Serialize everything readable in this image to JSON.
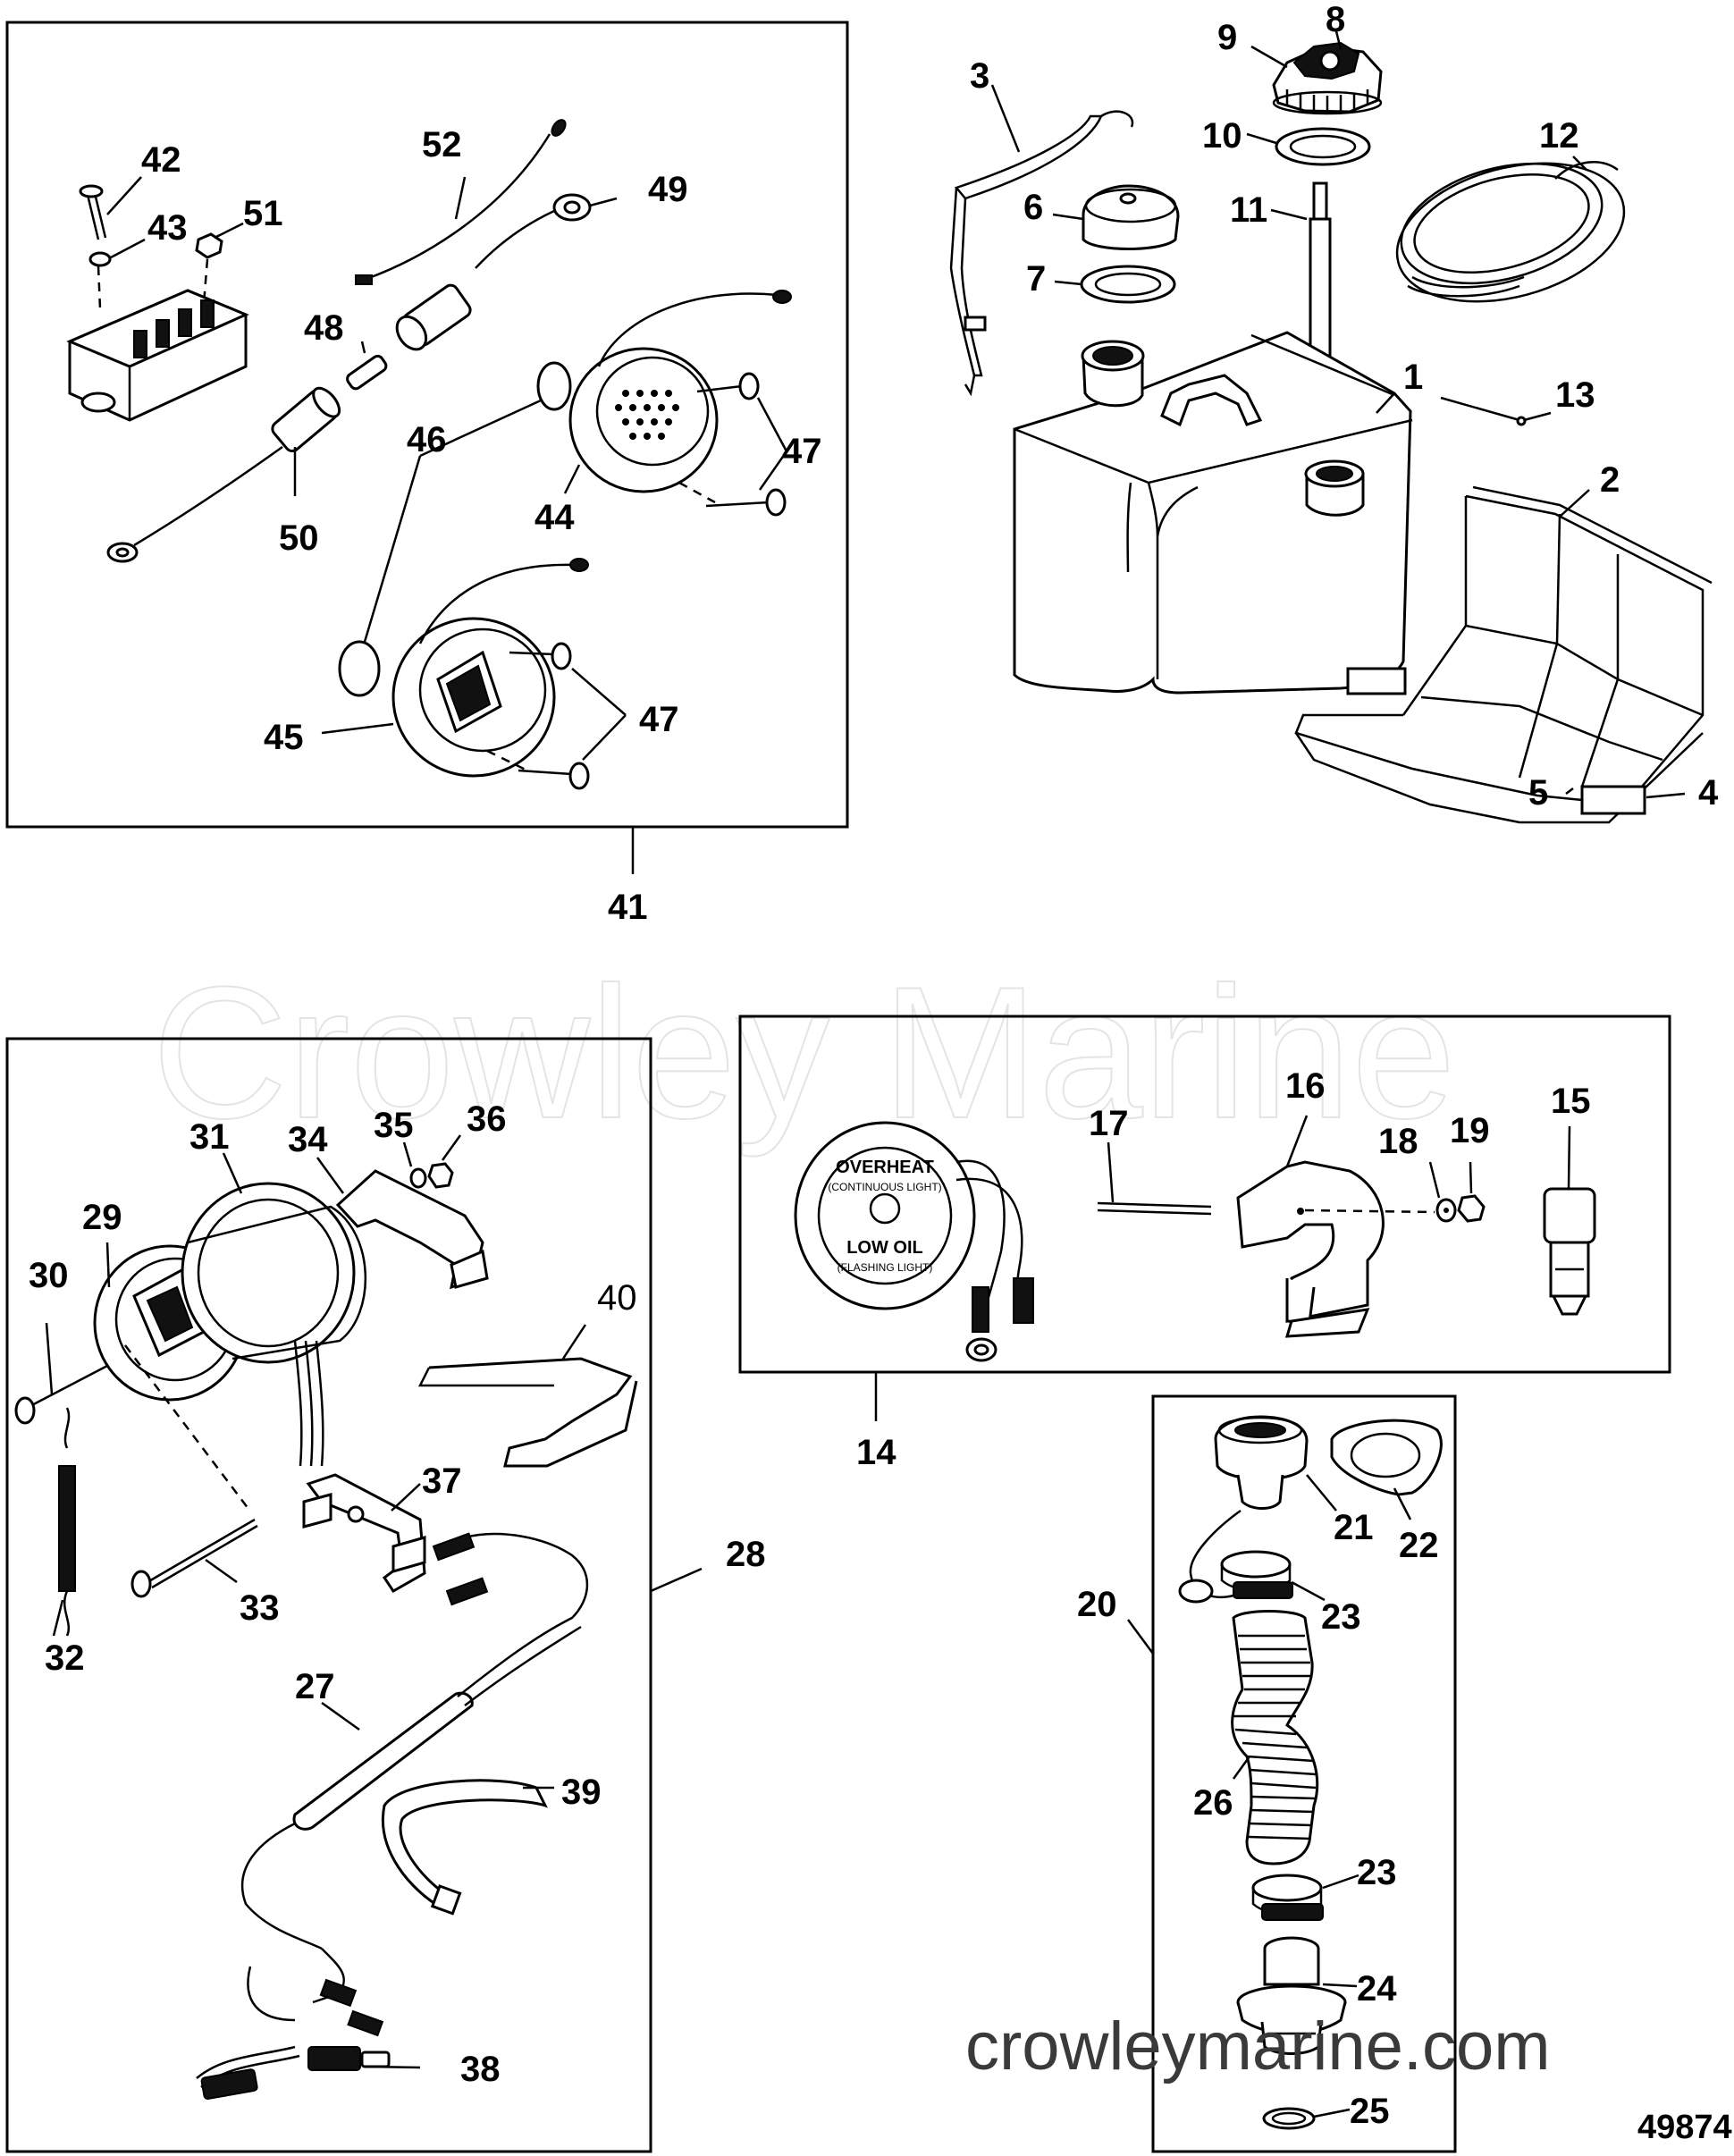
{
  "watermark": {
    "brand": "Crowley Marine",
    "url": "crowleymarine.com"
  },
  "figure_number": "49874",
  "callouts": [
    {
      "id": "c1",
      "text": "1"
    },
    {
      "id": "c2",
      "text": "2"
    },
    {
      "id": "c3",
      "text": "3"
    },
    {
      "id": "c4",
      "text": "4"
    },
    {
      "id": "c5",
      "text": "5"
    },
    {
      "id": "c6",
      "text": "6"
    },
    {
      "id": "c7",
      "text": "7"
    },
    {
      "id": "c8",
      "text": "8"
    },
    {
      "id": "c9",
      "text": "9"
    },
    {
      "id": "c10",
      "text": "10"
    },
    {
      "id": "c11",
      "text": "11"
    },
    {
      "id": "c12",
      "text": "12"
    },
    {
      "id": "c13",
      "text": "13"
    },
    {
      "id": "c14",
      "text": "14"
    },
    {
      "id": "c15",
      "text": "15"
    },
    {
      "id": "c16",
      "text": "16"
    },
    {
      "id": "c17",
      "text": "17"
    },
    {
      "id": "c18",
      "text": "18"
    },
    {
      "id": "c19",
      "text": "19"
    },
    {
      "id": "c20",
      "text": "20"
    },
    {
      "id": "c21",
      "text": "21"
    },
    {
      "id": "c22",
      "text": "22"
    },
    {
      "id": "c23a",
      "text": "23"
    },
    {
      "id": "c23b",
      "text": "23"
    },
    {
      "id": "c24",
      "text": "24"
    },
    {
      "id": "c25",
      "text": "25"
    },
    {
      "id": "c26",
      "text": "26"
    },
    {
      "id": "c27",
      "text": "27"
    },
    {
      "id": "c28",
      "text": "28"
    },
    {
      "id": "c29",
      "text": "29"
    },
    {
      "id": "c30",
      "text": "30"
    },
    {
      "id": "c31",
      "text": "31"
    },
    {
      "id": "c32",
      "text": "32"
    },
    {
      "id": "c33",
      "text": "33"
    },
    {
      "id": "c34",
      "text": "34"
    },
    {
      "id": "c35",
      "text": "35"
    },
    {
      "id": "c36",
      "text": "36"
    },
    {
      "id": "c37",
      "text": "37"
    },
    {
      "id": "c38",
      "text": "38"
    },
    {
      "id": "c39",
      "text": "39"
    },
    {
      "id": "c40",
      "text": "40"
    },
    {
      "id": "c41",
      "text": "41"
    },
    {
      "id": "c42",
      "text": "42"
    },
    {
      "id": "c43",
      "text": "43"
    },
    {
      "id": "c44",
      "text": "44"
    },
    {
      "id": "c45",
      "text": "45"
    },
    {
      "id": "c46",
      "text": "46"
    },
    {
      "id": "c47a",
      "text": "47"
    },
    {
      "id": "c47b",
      "text": "47"
    },
    {
      "id": "c48",
      "text": "48"
    },
    {
      "id": "c49",
      "text": "49"
    },
    {
      "id": "c50",
      "text": "50"
    },
    {
      "id": "c51",
      "text": "51"
    },
    {
      "id": "c52",
      "text": "52"
    }
  ],
  "gauge_face": {
    "line1": "OVERHEAT",
    "line2": "(CONTINUOUS LIGHT)",
    "line3": "LOW OIL",
    "line4": "(FLASHING LIGHT)"
  }
}
